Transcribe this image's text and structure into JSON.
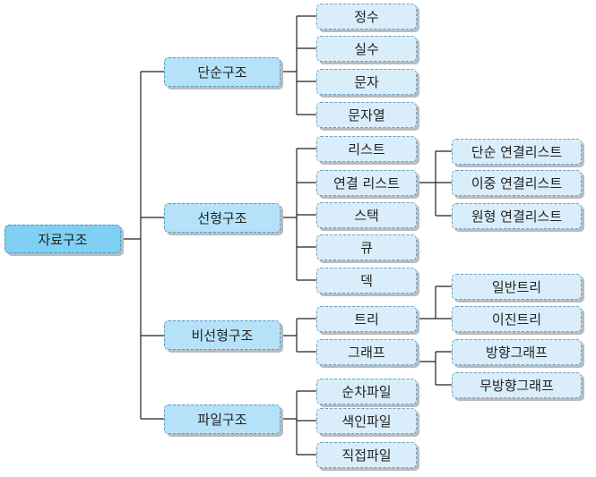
{
  "root": "자료구조",
  "simple": {
    "label": "단순구조",
    "children": [
      "정수",
      "실수",
      "문자",
      "문자열"
    ]
  },
  "linear": {
    "label": "선형구조",
    "children": [
      "리스트",
      "연결 리스트",
      "스택",
      "큐",
      "덱"
    ],
    "linked_list_types": [
      "단순 연결리스트",
      "이중 연결리스트",
      "원형 연결리스트"
    ]
  },
  "nonlinear": {
    "label": "비선형구조",
    "children": [
      "트리",
      "그래프"
    ],
    "tree_types": [
      "일반트리",
      "이진트리"
    ],
    "graph_types": [
      "방향그래프",
      "무방향그래프"
    ]
  },
  "file": {
    "label": "파일구조",
    "children": [
      "순차파일",
      "색인파일",
      "직접파일"
    ]
  }
}
